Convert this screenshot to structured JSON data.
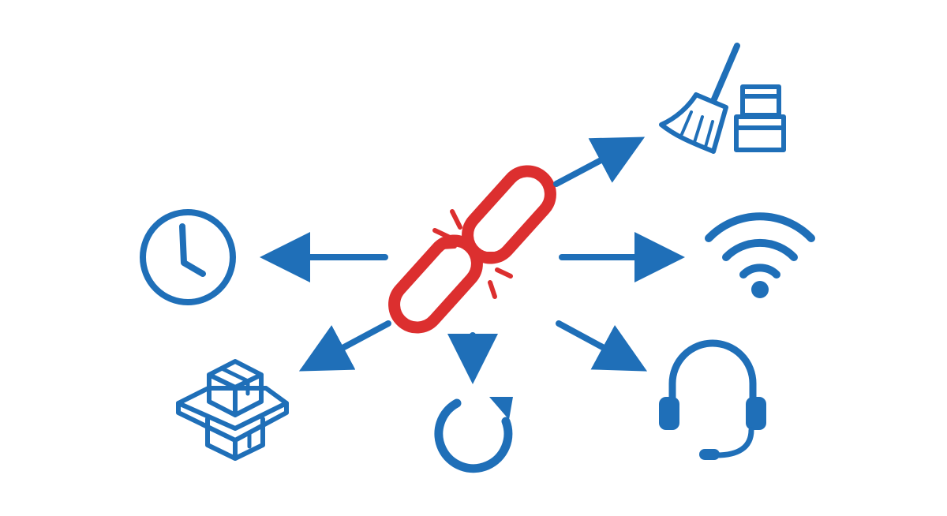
{
  "colors": {
    "primary": "#1f6fb8",
    "accent": "#dc2f2f",
    "background": "#ffffff"
  },
  "center": {
    "icon": "broken-chain-link-icon"
  },
  "targets": [
    {
      "direction": "upper-right",
      "icon": "broom-and-boxes-icon"
    },
    {
      "direction": "right",
      "icon": "wifi-icon"
    },
    {
      "direction": "lower-right",
      "icon": "headset-icon"
    },
    {
      "direction": "down",
      "icon": "refresh-icon"
    },
    {
      "direction": "lower-left",
      "icon": "stacked-packages-icon"
    },
    {
      "direction": "left",
      "icon": "clock-icon"
    }
  ]
}
